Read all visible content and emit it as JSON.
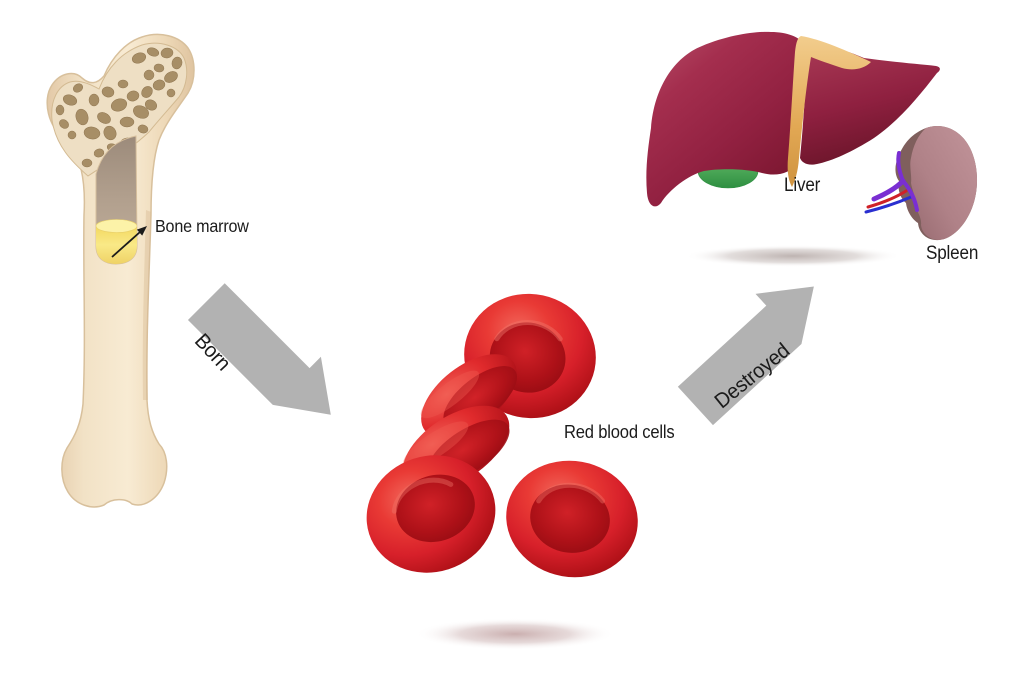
{
  "labels": {
    "bone_marrow": "Bone marrow",
    "born": "Born",
    "red_blood_cells": "Red blood cells",
    "destroyed": "Destroyed",
    "liver": "Liver",
    "spleen": "Spleen"
  },
  "colors": {
    "background": "#ffffff",
    "arrow": "#b2b2b2",
    "label_text": "#1b1b1b",
    "bone_cortex": "#f2e1c6",
    "bone_spongy_hole": "#a78e66",
    "bone_cavity": "#b3a08d",
    "bone_marrow_yellow": "#f8e37b",
    "rbc_red": "#dd2028",
    "rbc_dark": "#9a0e15",
    "liver_left_lobe": "#a02a48",
    "liver_right_lobe": "#8f2040",
    "ligament_tan": "#e2a854",
    "gallbladder_green": "#4fae57",
    "spleen_body": "#b2848a",
    "spleen_hilum": "#7f5f5d",
    "vessel_red": "#cf2127",
    "vessel_blue": "#2a2fd0",
    "vessel_purple": "#7a2fd2"
  }
}
